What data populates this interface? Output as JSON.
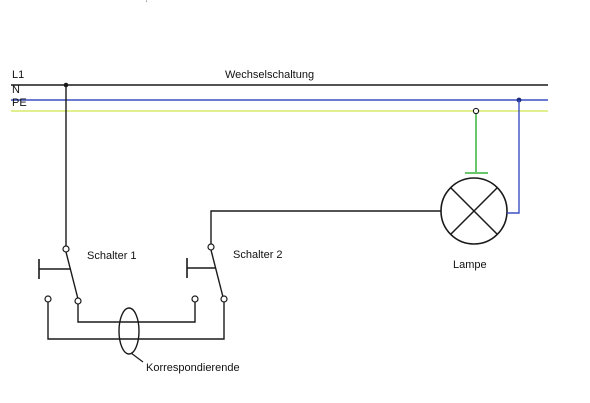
{
  "title": "Wechselschaltung",
  "lines": {
    "l1": "L1",
    "n": "N",
    "pe": "PE"
  },
  "components": {
    "switch1": "Schalter 1",
    "switch2": "Schalter 2",
    "lamp": "Lampe",
    "travelers": "Korrespondierende"
  },
  "colors": {
    "l1": "#1a1a1a",
    "n": "#3b4fc4",
    "pe": "#d8ea6a",
    "pe_tap": "#37b33a",
    "wiring": "#1a1a1a"
  }
}
